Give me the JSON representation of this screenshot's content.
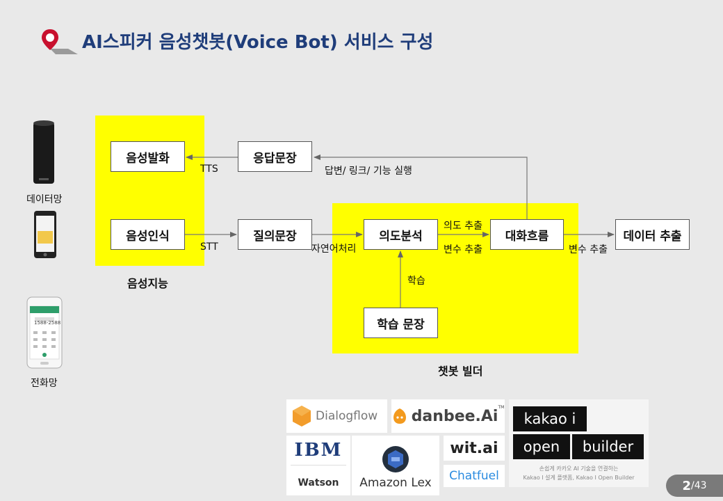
{
  "title": "AI스피커 음성챗봇(Voice Bot) 서비스 구성",
  "devices": {
    "data_network": "데이터망",
    "phone_network": "전화망",
    "phone_number": "1588-2588"
  },
  "voice_ai": {
    "label": "음성지능",
    "utterance": "음성발화",
    "recognition": "음성인식"
  },
  "nodes": {
    "response_sentence": "응답문장",
    "query_sentence": "질의문장",
    "intent_analysis": "의도분석",
    "dialog_flow": "대화흐름",
    "data_extraction": "데이터 추출",
    "training_sentence": "학습 문장"
  },
  "edges": {
    "tts": "TTS",
    "stt": "STT",
    "answer_link_action": "답변/ 링크/ 기능 실행",
    "nlp": "자연어처리",
    "intent_extract": "의도 추출",
    "variable_extract_1": "변수 추출",
    "variable_extract_2": "변수 추출",
    "training": "학습"
  },
  "chatbot_builder": {
    "label": "챗봇 빌더"
  },
  "logos": {
    "dialogflow": "Dialogflow",
    "danbee": "danbee.Ai",
    "danbee_tm": "TM",
    "kakao_i": "kakao i",
    "kakao_open": "open",
    "kakao_builder": "builder",
    "kakao_desc1": "손쉽게 카카오 AI 기술을 연결하는",
    "kakao_desc2": "Kakao I 설계 플랫폼, Kakao I Open Builder",
    "ibm": "IBM",
    "watson": "Watson",
    "amazon_lex": "Amazon Lex",
    "wit": "wit.ai",
    "chatfuel": "Chatfuel"
  },
  "page": {
    "current": "2",
    "total": "/43"
  },
  "colors": {
    "title": "#1f3d7a",
    "highlight": "#ffff00",
    "accent_red": "#c8102e"
  }
}
